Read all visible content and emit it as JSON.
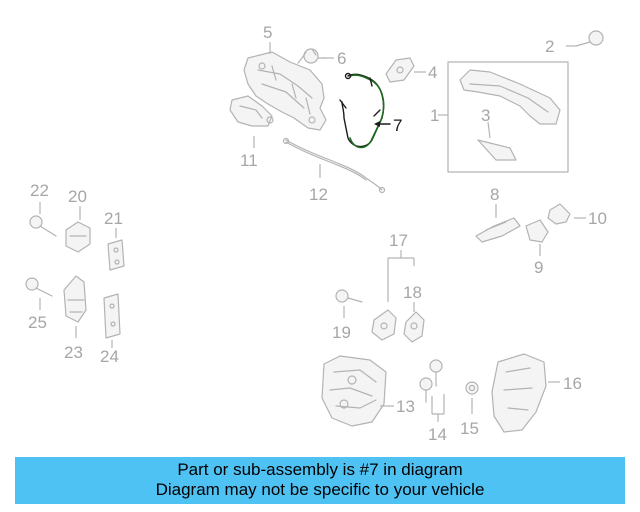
{
  "labels": {
    "n1": "1",
    "n2": "2",
    "n3": "3",
    "n4": "4",
    "n5": "5",
    "n6": "6",
    "n7": "7",
    "n8": "8",
    "n9": "9",
    "n10": "10",
    "n11": "11",
    "n12": "12",
    "n13": "13",
    "n14": "14",
    "n15": "15",
    "n16": "16",
    "n17": "17",
    "n18": "18",
    "n19": "19",
    "n20": "20",
    "n21": "21",
    "n22": "22",
    "n23": "23",
    "n24": "24",
    "n25": "25"
  },
  "highlight_part": "7",
  "colors": {
    "highlight_stroke": "#1c1c1c",
    "highlight_cable": "#1f6b1f",
    "part_gray": "#b3b3b3",
    "label_gray": "#a6a6a6",
    "banner_bg": "#4fc2f4"
  },
  "banner": {
    "line1": "Part or sub-assembly is #7 in diagram",
    "line2": "Diagram may not be specific to your vehicle"
  }
}
